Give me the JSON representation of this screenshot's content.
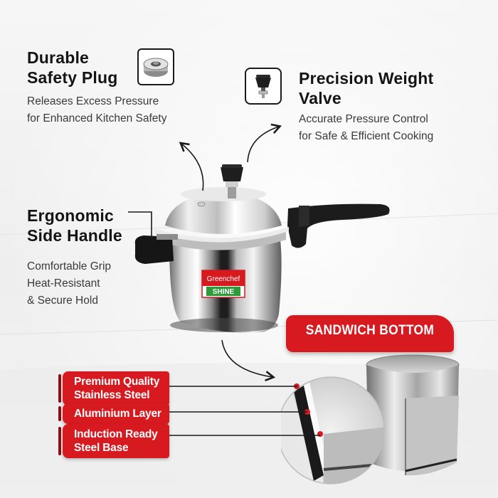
{
  "features": {
    "safety_plug": {
      "title_line1": "Durable",
      "title_line2": "Safety Plug",
      "desc_line1": "Releases Excess Pressure",
      "desc_line2": "for Enhanced Kitchen Safety"
    },
    "weight_valve": {
      "title_line1": "Precision Weight",
      "title_line2": "Valve",
      "desc_line1": "Accurate Pressure Control",
      "desc_line2": "for Safe & Efficient Cooking"
    },
    "side_handle": {
      "title_line1": "Ergonomic",
      "title_line2": "Side Handle",
      "desc_line1": "Comfortable Grip",
      "desc_line2": "Heat-Resistant",
      "desc_line3": "& Secure Hold"
    }
  },
  "product": {
    "brand": "Greenchef",
    "model": "SHINE"
  },
  "sandwich": {
    "banner": "SANDWICH BOTTOM",
    "layers": [
      {
        "line1": "Premium Quality",
        "line2": "Stainless Steel"
      },
      {
        "line1": "Aluminium Layer"
      },
      {
        "line1": "Induction Ready",
        "line2": "Steel Base"
      }
    ]
  },
  "colors": {
    "accent": "#d71920",
    "text": "#1a1a1a",
    "brand_green": "#2e9b3a"
  }
}
